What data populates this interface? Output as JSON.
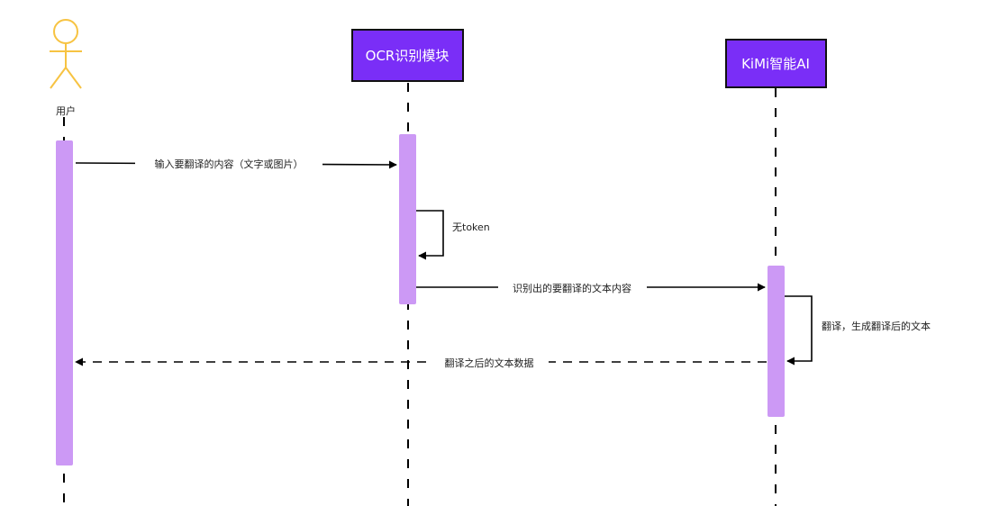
{
  "colors": {
    "actor": "#F7C342",
    "participant_fill": "#7A2EF7",
    "participant_border": "#111111",
    "activation": "#CC99F5",
    "line": "#000000"
  },
  "participants": {
    "user": {
      "label": "用户",
      "icon": "stick-figure-actor-icon"
    },
    "ocr": {
      "label": "OCR识别模块"
    },
    "kimi": {
      "label": "KiMi智能AI"
    }
  },
  "messages": {
    "m1": {
      "label": "输入要翻译的内容（文字或图片）",
      "style": "solid",
      "from": "用户",
      "to": "OCR识别模块"
    },
    "m2": {
      "label": "无token",
      "style": "self",
      "from": "OCR识别模块",
      "to": "OCR识别模块"
    },
    "m3": {
      "label": "识别出的要翻译的文本内容",
      "style": "solid",
      "from": "OCR识别模块",
      "to": "KiMi智能AI"
    },
    "m4": {
      "label": "翻译，生成翻译后的文本",
      "style": "self",
      "from": "KiMi智能AI",
      "to": "KiMi智能AI"
    },
    "m5": {
      "label": "翻译之后的文本数据",
      "style": "dashed",
      "from": "KiMi智能AI",
      "to": "用户"
    }
  }
}
